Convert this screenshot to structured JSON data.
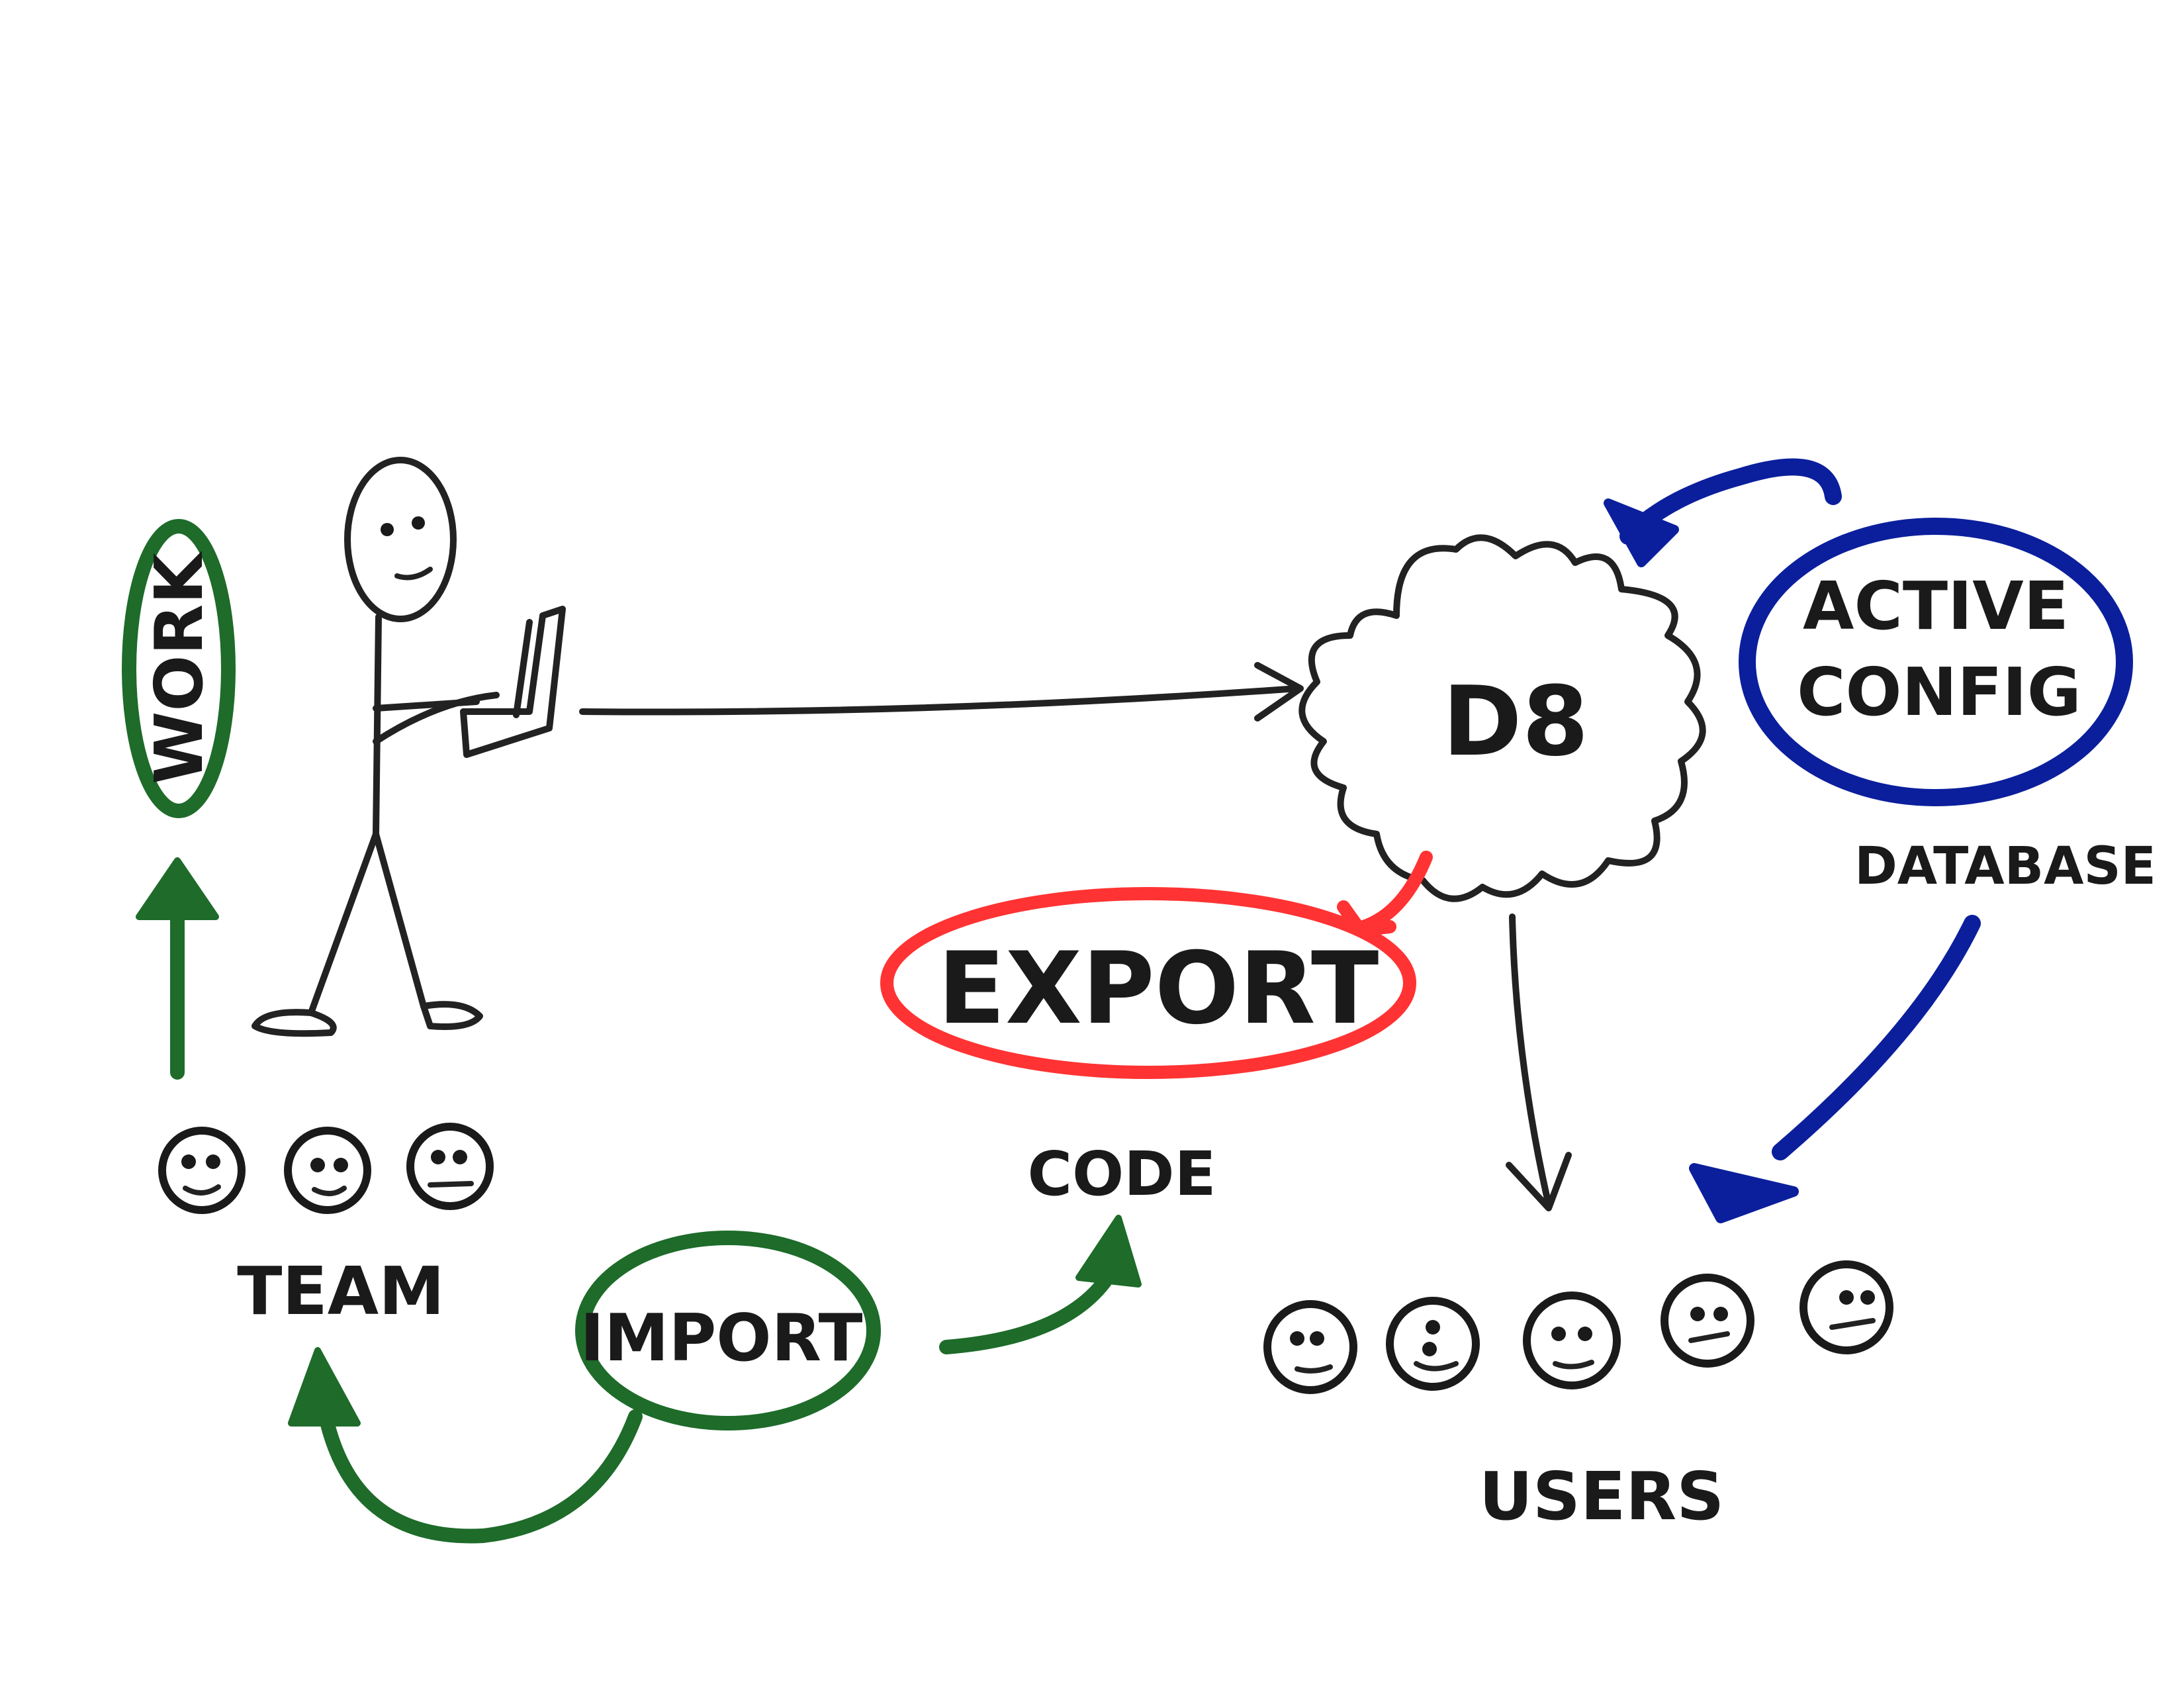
{
  "labels": {
    "work": "WORK",
    "d8": "D8",
    "active_config_line1": "ACTIVE",
    "active_config_line2": "CONFIG",
    "database": "DATABASE",
    "export": "EXPORT",
    "code": "CODE",
    "team": "TEAM",
    "import": "IMPORT",
    "users": "USERS"
  },
  "colors": {
    "ink": "#222222",
    "green": "#1e6b2a",
    "blue": "#0b1f9c",
    "red": "#ff3333"
  },
  "icons": [
    "stick-figure-icon",
    "laptop-icon",
    "cloud-icon",
    "smiley-face-icon"
  ]
}
